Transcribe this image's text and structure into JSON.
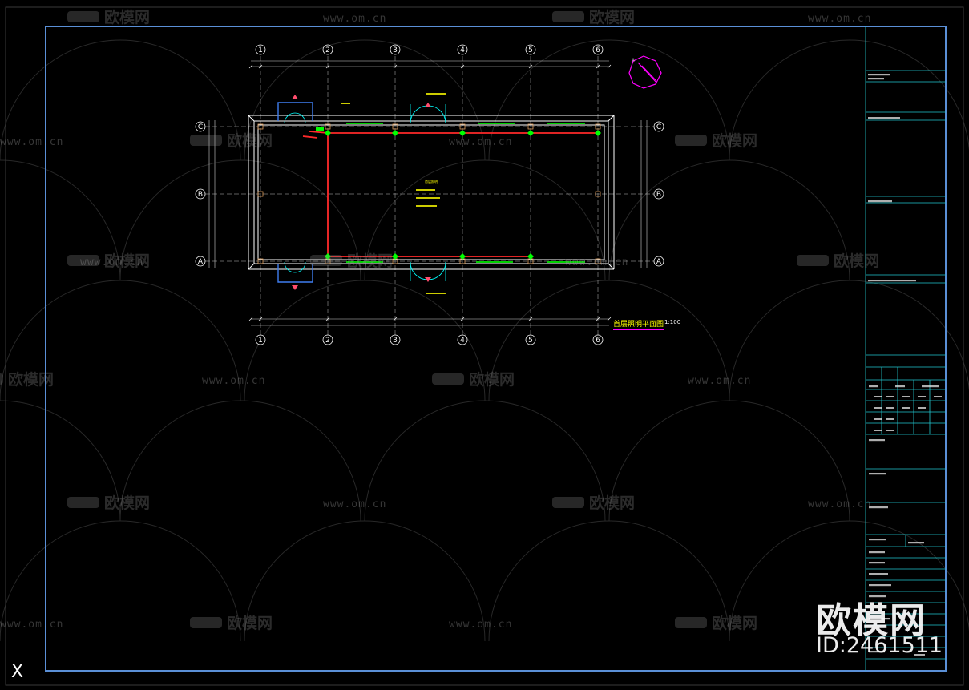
{
  "watermark": {
    "brand": "欧模网",
    "url": "www.om.cn",
    "id_label": "ID:2461511"
  },
  "plan": {
    "title": "首层照明平面图",
    "scale": "1:100",
    "column_axes": [
      "1",
      "2",
      "3",
      "4",
      "5",
      "6"
    ],
    "row_axes": [
      "C",
      "B",
      "A"
    ],
    "room_label": "首层照明",
    "cursor_glyph": "X"
  },
  "colors": {
    "background": "#000000",
    "frame": "#5a8fd6",
    "wall": "#ffffff",
    "circuit": "#ff2a2a",
    "window": "#00d000",
    "door": "#00ffff",
    "titleblock": "#22c7cf",
    "compass": "#ff00ff"
  }
}
